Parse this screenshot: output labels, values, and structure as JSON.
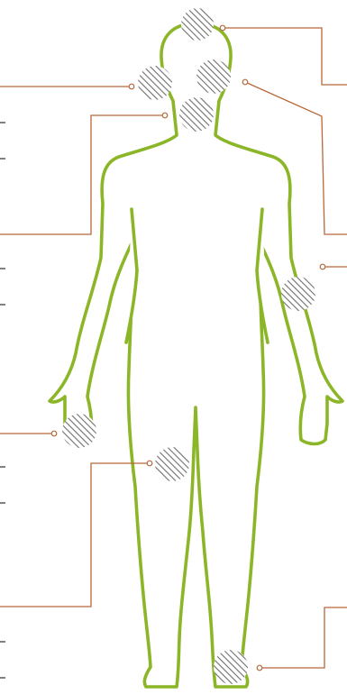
{
  "colors": {
    "outline": "#8BB628",
    "leader": "#B8683A",
    "hatch": "#6F6F6F",
    "tick": "#000000"
  },
  "spots": [
    {
      "id": "crown",
      "region": "head-top"
    },
    {
      "id": "left-head",
      "region": "head-side-left"
    },
    {
      "id": "right-head",
      "region": "head-side-right"
    },
    {
      "id": "neck",
      "region": "chin-neck"
    },
    {
      "id": "right-arm",
      "region": "upper-arm-right"
    },
    {
      "id": "left-hand",
      "region": "hand-left"
    },
    {
      "id": "left-thigh",
      "region": "thigh-left"
    },
    {
      "id": "right-foot",
      "region": "foot-right"
    }
  ],
  "callouts": [
    {
      "id": "callout-crown",
      "side": "right",
      "spot": "crown"
    },
    {
      "id": "callout-left-head",
      "side": "left",
      "spot": "left-head"
    },
    {
      "id": "callout-right-head",
      "side": "right",
      "spot": "right-head"
    },
    {
      "id": "callout-neck",
      "side": "left",
      "spot": "neck"
    },
    {
      "id": "callout-right-arm",
      "side": "right",
      "spot": "right-arm"
    },
    {
      "id": "callout-left-hand",
      "side": "left",
      "spot": "left-hand"
    },
    {
      "id": "callout-left-thigh",
      "side": "left",
      "spot": "left-thigh"
    },
    {
      "id": "callout-right-foot",
      "side": "right",
      "spot": "right-foot"
    }
  ]
}
